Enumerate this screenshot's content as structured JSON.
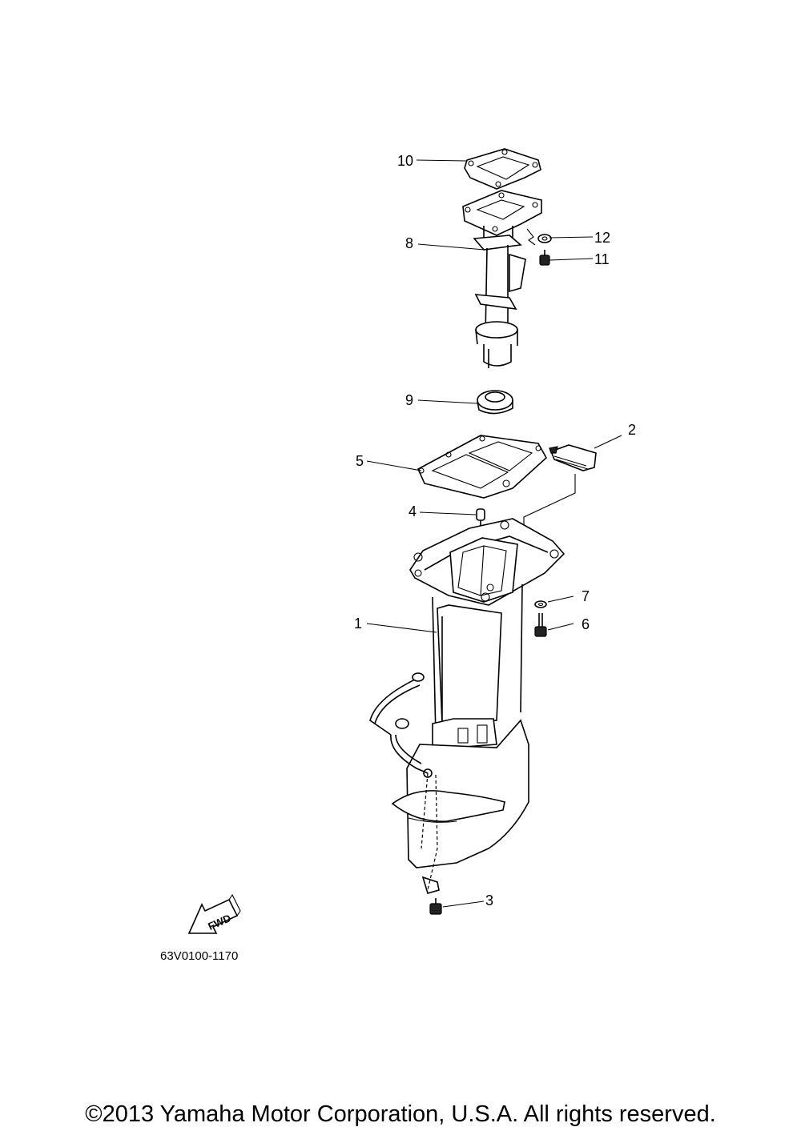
{
  "callouts": [
    {
      "id": "1",
      "text": "1"
    },
    {
      "id": "2",
      "text": "2"
    },
    {
      "id": "3",
      "text": "3"
    },
    {
      "id": "4",
      "text": "4"
    },
    {
      "id": "5",
      "text": "5"
    },
    {
      "id": "6",
      "text": "6"
    },
    {
      "id": "7",
      "text": "7"
    },
    {
      "id": "8",
      "text": "8"
    },
    {
      "id": "9",
      "text": "9"
    },
    {
      "id": "10",
      "text": "10"
    },
    {
      "id": "11",
      "text": "11"
    },
    {
      "id": "12",
      "text": "12"
    }
  ],
  "direction_arrow": {
    "text": "FWD",
    "icon": "forward-arrow-icon"
  },
  "diagram_code": "63V0100-1170",
  "copyright": "©2013 Yamaha Motor Corporation, U.S.A. All rights reserved."
}
